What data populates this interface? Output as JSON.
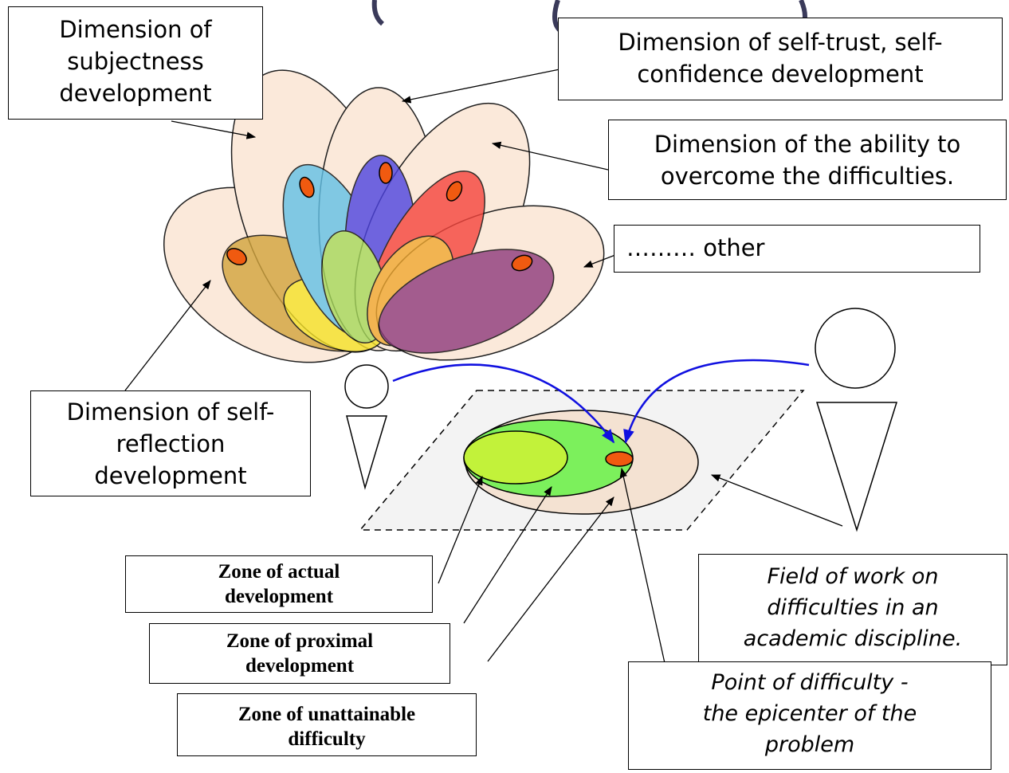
{
  "labels": {
    "subjectness": "Dimension of\nsubjectness\ndevelopment",
    "self_trust": "Dimension of self-trust, self-\nconfidence development",
    "overcome": "Dimension of the ability to\novercome the difficulties.",
    "other": "……… other",
    "self_reflection": "Dimension of self-\nreflection\ndevelopment",
    "zone_actual": "Zone of actual\ndevelopment",
    "zone_proximal": "Zone of proximal\ndevelopment",
    "zone_unattainable": "Zone of unattainable\ndifficulty",
    "field_of_work": "Field of work on\ndifficulties in an\nacademic discipline.",
    "point_of_difficulty": "Point of difficulty -\nthe epicenter of the\nproblem"
  },
  "colors": {
    "outer_petal": "#fbe6d6",
    "petal_ochre": "#d2a43c",
    "petal_yellow": "#f5e227",
    "petal_cyan": "#62c1e6",
    "petal_blue": "#4d43e0",
    "petal_red": "#f5443c",
    "petal_purple": "#8e3a7c",
    "petal_green": "#a6d85a",
    "petal_orange": "#f0a830",
    "tip_orange": "#f05a10",
    "zone_unattainable": "#f4e2d2",
    "zone_proximal": "#7cf05c",
    "zone_actual": "#c2f23a",
    "plane": "#f3f3f3",
    "arrow_blue": "#1010e0"
  }
}
